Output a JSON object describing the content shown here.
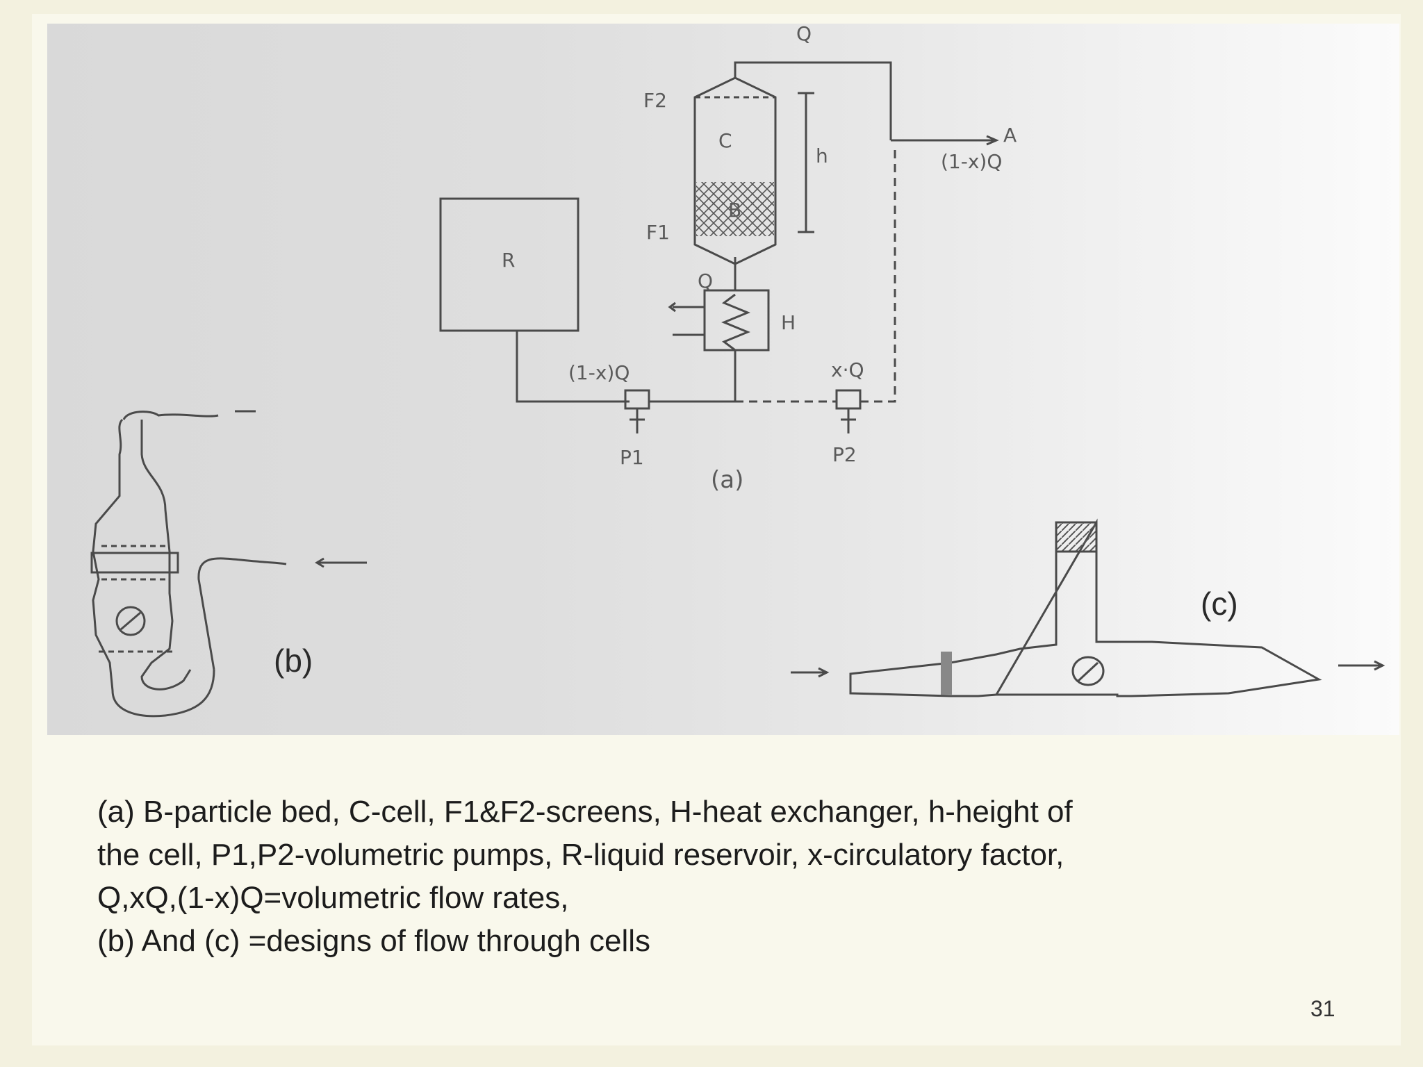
{
  "diagram": {
    "labels": {
      "q_top": "Q",
      "f2": "F2",
      "c": "C",
      "h_small": "h",
      "b": "B",
      "f1": "F1",
      "r": "R",
      "q_mid": "Q",
      "h_cap": "H",
      "one_minus_xq_left": "(1-x)Q",
      "xq": "x·Q",
      "p1": "P1",
      "p2": "P2",
      "a_label": "(a)",
      "a_out": "A",
      "one_minus_xq_right": "(1-x)Q"
    },
    "panel_b_label": "(b)",
    "panel_c_label": "(c)"
  },
  "caption": {
    "line1": "(a) B-particle bed,  C-cell,  F1&F2-screens,  H-heat exchanger,  h-height of",
    "line2": "the cell,  P1,P2-volumetric pumps,  R-liquid reservoir,   x-circulatory factor,",
    "line3": "Q,xQ,(1-x)Q=volumetric flow rates,",
    "line4": "(b) And (c) =designs of flow through cells"
  },
  "page_number": "31"
}
